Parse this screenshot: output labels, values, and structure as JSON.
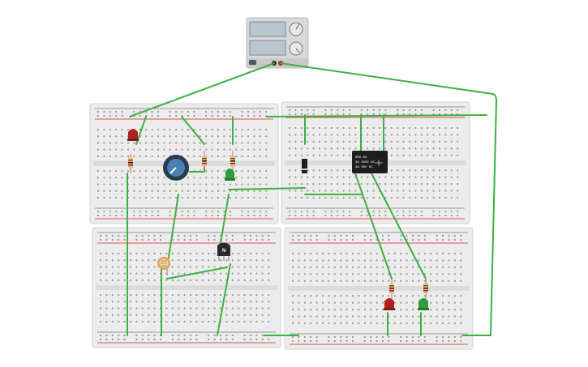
{
  "colors": {
    "wire": "#3cb043",
    "board": "#ececec",
    "rail_positive": "#e05050",
    "led_red": "#b02020",
    "led_green": "#2e9e3a",
    "potentiometer": "#4a7fb5",
    "transistor": "#2a2a2a",
    "relay": "#1e1e1e",
    "power_supply": "#d8d8d8"
  },
  "components": {
    "transistor_label": "N",
    "relay_text": [
      "SRD-05",
      "3A 250V AC",
      "3A 30V DC"
    ]
  }
}
